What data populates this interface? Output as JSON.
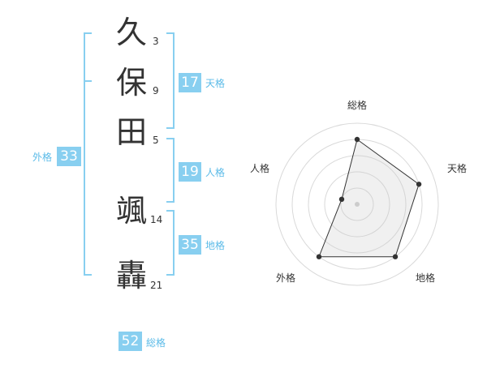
{
  "name": {
    "characters": [
      {
        "char": "久",
        "strokes": "3"
      },
      {
        "char": "保",
        "strokes": "9"
      },
      {
        "char": "田",
        "strokes": "5"
      },
      {
        "char": "颯",
        "strokes": "14"
      },
      {
        "char": "轟",
        "strokes": "21"
      }
    ]
  },
  "fortunes": {
    "tenkaku": {
      "value": "17",
      "label": "天格"
    },
    "jinkaku": {
      "value": "19",
      "label": "人格"
    },
    "chikaku": {
      "value": "35",
      "label": "地格"
    },
    "gaikaku": {
      "value": "33",
      "label": "外格"
    },
    "soukaku": {
      "value": "52",
      "label": "総格"
    }
  },
  "radar": {
    "axes": [
      "総格",
      "天格",
      "地格",
      "外格",
      "人格"
    ],
    "values": [
      4,
      4,
      4,
      4,
      1
    ],
    "max": 5,
    "rings": 5
  },
  "colors": {
    "accent": "#88cff0",
    "accent_text": "#5bbbe8",
    "text": "#333333"
  }
}
